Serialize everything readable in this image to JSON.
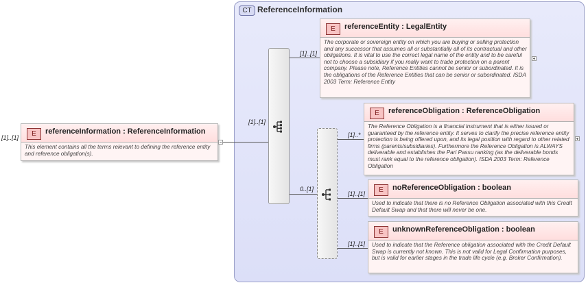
{
  "complex_type": {
    "badge": "CT",
    "title": "ReferenceInformation"
  },
  "root": {
    "badge": "E",
    "name": "referenceInformation : ReferenceInformation",
    "doc": "This element contains all the terms relevant to defining the reference entity and reference obligation(s).",
    "multiplicity": "[1]..[1]"
  },
  "sequence_multiplicity": "[1]..[1]",
  "choice_multiplicity": "0..[1]",
  "elements": [
    {
      "badge": "E",
      "name": "referenceEntity : LegalEntity",
      "doc": "The corporate or sovereign entity on which you are buying or selling protection and any successor that assumes all or substantially all of its contractual and other obligations. It is vital to use the correct legal name of the entity and to be careful not to choose a subsidiary if you really want to trade protection on a parent company. Please note, Reference Entities cannot be senior or subordinated. It is the obligations of the Reference Entities that can be senior or subordinated. ISDA 2003 Term: Reference Entity",
      "multiplicity": "[1]..[1]"
    },
    {
      "badge": "E",
      "name": "referenceObligation : ReferenceObligation",
      "doc": "The Reference Obligation is a financial instrument that is either issued or guaranteed by the reference entity. It serves to clarify the precise reference entity protection is being offered upon, and its legal position with regard to other related firms (parents/subsidiaries). Furthermore the Reference Obligation is ALWAYS deliverable and establishes the Pari Passu ranking (as the deliverable bonds must rank equal to the reference obligation). ISDA 2003 Term: Reference Obligation",
      "multiplicity": "[1]..*"
    },
    {
      "badge": "E",
      "name": "noReferenceObligation : boolean",
      "doc": "Used to indicate that there is no Reference Obligation associated with this Credit Default Swap and that there will never be one.",
      "multiplicity": "[1]..[1]"
    },
    {
      "badge": "E",
      "name": "unknownReferenceObligation : boolean",
      "doc": "Used to indicate that the Reference obligation associated with the Credit Default Swap is currently not known. This is not valid for Legal Confirmation purposes, but is valid for earlier stages in the trade life cycle (e.g. Broker Confirmation).",
      "multiplicity": "[1]..[1]"
    }
  ]
}
